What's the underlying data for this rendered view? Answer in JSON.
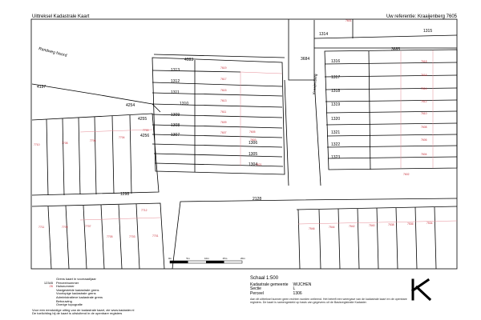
{
  "header": {
    "title": "Uittreksel Kadastrale Kaart",
    "reference": "Uw referentie: Kraaijenberg 7605"
  },
  "streets": {
    "north": "Randweg Noord",
    "vertical": "Kraaijenberg"
  },
  "parcels": {
    "black": [
      "1314",
      "1315",
      "3685",
      "3684",
      "4083",
      "1313",
      "1312",
      "1311",
      "1310",
      "4254",
      "4255",
      "4256",
      "1309",
      "1308",
      "1307",
      "1306",
      "1305",
      "1304",
      "1316",
      "1317",
      "1318",
      "1319",
      "1320",
      "1321",
      "1322",
      "1323",
      "4137",
      "1298",
      "2128"
    ],
    "red": [
      "7601",
      "7619",
      "7617",
      "7615",
      "7613",
      "7611",
      "7609",
      "7607",
      "7605",
      "7603",
      "7621",
      "7618",
      "7616",
      "7614",
      "7612",
      "7610",
      "7608",
      "7606",
      "7604",
      "7602",
      "7700",
      "7704",
      "7706",
      "7708",
      "7710",
      "7711",
      "7709",
      "7707",
      "7705",
      "7703",
      "7701",
      "7712",
      "7546",
      "7544",
      "7542",
      "7540",
      "7538",
      "7536",
      "7534"
    ]
  },
  "scale_bar": {
    "ticks": [
      "0m",
      "5m",
      "10m",
      "15m",
      "20m"
    ]
  },
  "legend": [
    {
      "symbol": "",
      "label": "Grens kaart in voorraad/jaar"
    },
    {
      "symbol": "12345",
      "label": "Perceelnummer"
    },
    {
      "symbol": "26",
      "label": "Huisnummer"
    },
    {
      "symbol": "",
      "label": "Vastgestelde kadastrale grens"
    },
    {
      "symbol": "",
      "label": "Voorlopige kadastrale grens"
    },
    {
      "symbol": "",
      "label": "Administratieve kadastrale grens"
    },
    {
      "symbol": "",
      "label": "Bebouwing"
    },
    {
      "symbol": "",
      "label": "Overige topografie"
    }
  ],
  "legend_footer": [
    "Voor een eenduidige uitleg van de kadastrale kaart, zie www.kadaster.nl",
    "De toelichting bij de kaart is uitsluitend in de openbare registers"
  ],
  "info": {
    "scale": "Schaal 1:500",
    "rows": [
      {
        "label": "Kadastrale gemeente",
        "value": "WIJCHEN"
      },
      {
        "label": "Sectie",
        "value": "L"
      },
      {
        "label": "Perceel",
        "value": "1306"
      }
    ],
    "disclaimer": "Aan dit uittreksel kunnen geen rechten worden ontleend. Het betreft een weergave van de kadastrale kaart en de openbare registers. De kaart is samengesteld op basis van gegevens uit de Basisregistratie Kadaster."
  },
  "colors": {
    "boundary": "#000000",
    "red_numbers": "#c8323c",
    "red_lines": "#e58c96"
  }
}
